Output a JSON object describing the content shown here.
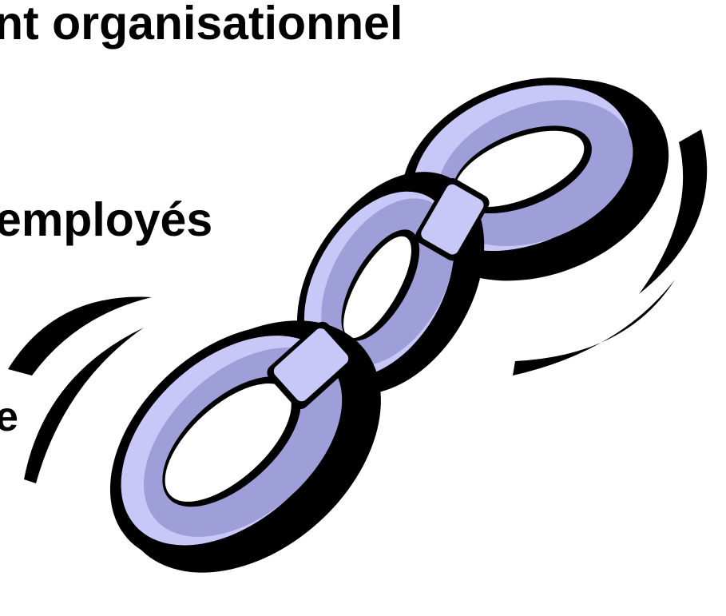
{
  "slide": {
    "lines": [
      "nt organisationnel",
      "employés",
      "e"
    ]
  },
  "clipart": {
    "icon": "chain-links-icon",
    "colors": {
      "link_fill": "#c8c8f8",
      "link_shade": "#9e9ed8",
      "outline": "#000000"
    }
  }
}
